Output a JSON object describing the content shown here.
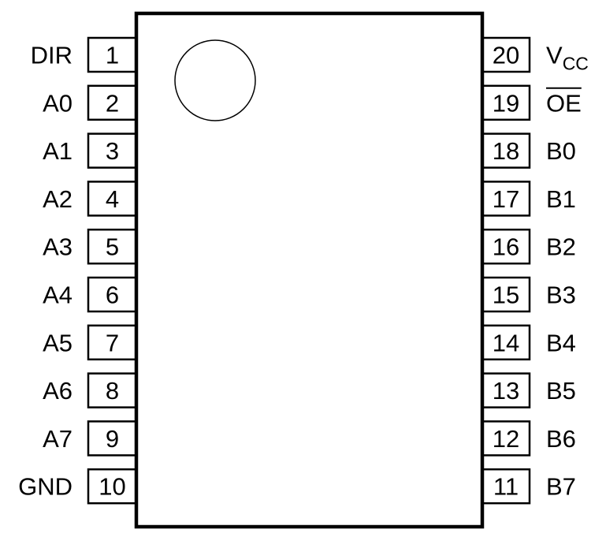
{
  "diagram": {
    "left_pins": [
      {
        "number": "1",
        "label": "DIR"
      },
      {
        "number": "2",
        "label": "A0"
      },
      {
        "number": "3",
        "label": "A1"
      },
      {
        "number": "4",
        "label": "A2"
      },
      {
        "number": "5",
        "label": "A3"
      },
      {
        "number": "6",
        "label": "A4"
      },
      {
        "number": "7",
        "label": "A5"
      },
      {
        "number": "8",
        "label": "A6"
      },
      {
        "number": "9",
        "label": "A7"
      },
      {
        "number": "10",
        "label": "GND"
      }
    ],
    "right_pins": [
      {
        "number": "20",
        "label": "V",
        "sub": "CC"
      },
      {
        "number": "19",
        "label": "OE",
        "overline": true
      },
      {
        "number": "18",
        "label": "B0"
      },
      {
        "number": "17",
        "label": "B1"
      },
      {
        "number": "16",
        "label": "B2"
      },
      {
        "number": "15",
        "label": "B3"
      },
      {
        "number": "14",
        "label": "B4"
      },
      {
        "number": "13",
        "label": "B5"
      },
      {
        "number": "12",
        "label": "B6"
      },
      {
        "number": "11",
        "label": "B7"
      }
    ]
  }
}
